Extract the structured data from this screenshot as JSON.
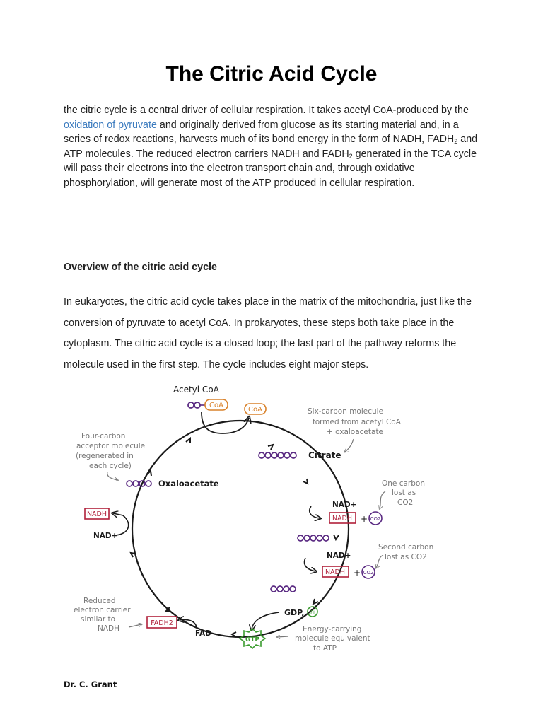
{
  "title": "The Citric Acid Cycle",
  "intro": {
    "t1": "the citric cycle is a central driver of cellular respiration. It takes acetyl CoA-produced by the ",
    "link": "oxidation of pyruvate",
    "t2": " and originally derived from glucose as its starting material and, in a series of redox reactions, harvests much of its bond energy in the form of NADH, FADH",
    "sub1": "2",
    "t3": " and ATP molecules. The reduced electron carriers NADH and FADH",
    "sub2": "2",
    "t4": " generated in the TCA cycle will pass their electrons into the electron transport chain and, through oxidative phosphorylation, will generate most of the ATP produced in cellular respiration."
  },
  "section_heading": "Overview of the citric acid cycle",
  "section_body": "In eukaryotes, the citric acid cycle takes place in the matrix of the mitochondria, just like the conversion of pyruvate to acetyl CoA. In prokaryotes, these steps both take place in the cytoplasm. The citric acid cycle is a closed loop; the last part of the pathway reforms the molecule used in the first step. The cycle includes eight major steps.",
  "diagram": {
    "acetyl_coa": "Acetyl CoA",
    "coa": "CoA",
    "citrate": "Citrate",
    "oxaloacetate": "Oxaloacetate",
    "nad_plus": "NAD+",
    "nadh": "NADH",
    "co2": "CO2",
    "gdp_pi": "GDP,",
    "pi": "Pi",
    "gtp": "GTP",
    "fad": "FAD",
    "fadh2": "FADH2",
    "note_six_carbon": [
      "Six-carbon molecule",
      "formed from acetyl CoA",
      "+ oxaloacetate"
    ],
    "note_four_carbon": [
      "Four-carbon",
      "acceptor molecule",
      "(regenerated in",
      "each cycle)"
    ],
    "note_one_carbon": [
      "One carbon",
      "lost as",
      "CO2"
    ],
    "note_second_carbon": [
      "Second carbon",
      "lost as CO2"
    ],
    "note_reduced": [
      "Reduced",
      "electron carrier",
      "similar to",
      "NADH"
    ],
    "note_energy": [
      "Energy-carrying",
      "molecule equivalent",
      "to ATP"
    ],
    "colors": {
      "purple": "#5a2a82",
      "red": "#b0203a",
      "orange": "#d9822b",
      "green": "#3a9b2e",
      "note_gray": "#777777",
      "ink": "#1a1a1a"
    }
  },
  "footer": "Dr. C. Grant"
}
